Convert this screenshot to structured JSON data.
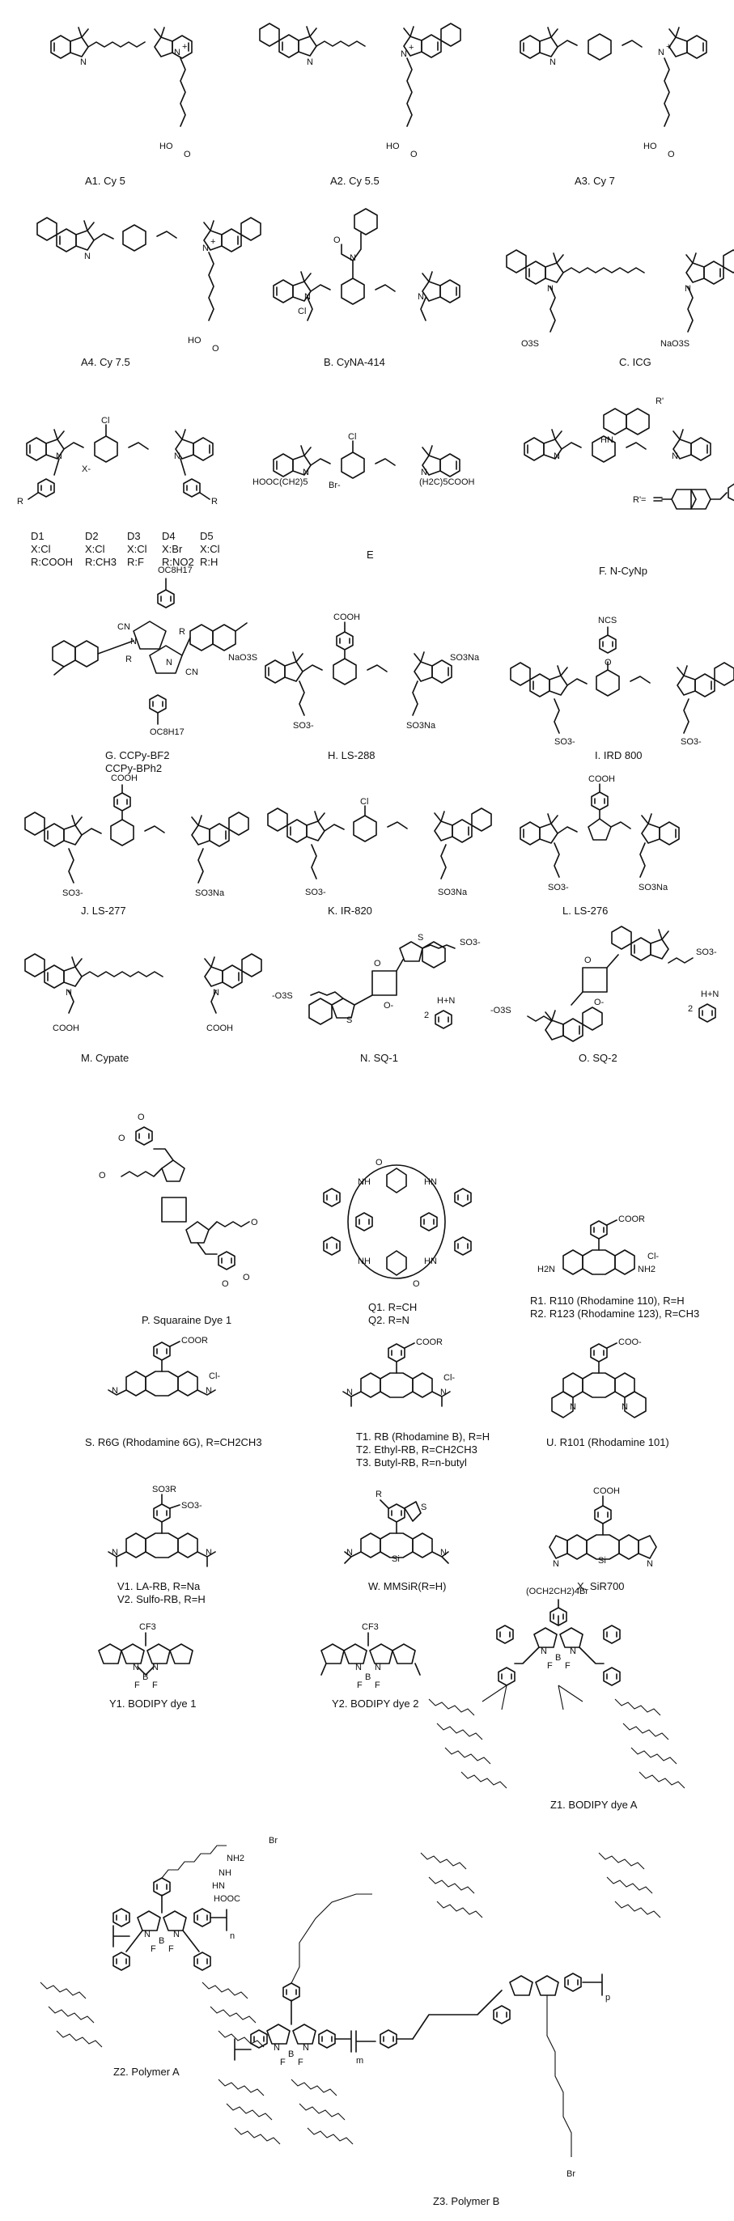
{
  "rows": [
    {
      "items": [
        {
          "id": "A1",
          "caption": "A1. Cy 5",
          "atoms": [
            "N",
            "N",
            "+",
            "HO",
            "O"
          ]
        },
        {
          "id": "A2",
          "caption": "A2. Cy 5.5",
          "atoms": [
            "N",
            "N",
            "+",
            "HO",
            "O"
          ]
        },
        {
          "id": "A3",
          "caption": "A3. Cy 7",
          "atoms": [
            "N",
            "N",
            "+",
            "HO",
            "O"
          ]
        }
      ]
    },
    {
      "items": [
        {
          "id": "A4",
          "caption": "A4. Cy 7.5",
          "atoms": [
            "N",
            "N",
            "+",
            "HO",
            "O"
          ]
        },
        {
          "id": "B",
          "caption": "B. CyNA-414",
          "atoms": [
            "N",
            "N",
            "N",
            "Cl",
            "O"
          ]
        },
        {
          "id": "C",
          "caption": "C. ICG",
          "atoms": [
            "N",
            "N",
            "O3S",
            "NaO3S"
          ]
        }
      ]
    },
    {
      "items": [
        {
          "id": "D",
          "caption": "",
          "atoms": [
            "Cl",
            "N",
            "N",
            "X-",
            "R",
            "R"
          ],
          "variants": [
            {
              "code": "D1",
              "x": "X:Cl",
              "r": "R:COOH"
            },
            {
              "code": "D2",
              "x": "X:Cl",
              "r": "R:CH3"
            },
            {
              "code": "D3",
              "x": "X:Cl",
              "r": "R:F"
            },
            {
              "code": "D4",
              "x": "X:Br",
              "r": "R:NO2"
            },
            {
              "code": "D5",
              "x": "X:Cl",
              "r": "R:H"
            }
          ]
        },
        {
          "id": "E",
          "caption": "E",
          "atoms": [
            "Cl",
            "Br-",
            "HOOC(CH2)5",
            "(H2C)5COOH",
            "N",
            "N"
          ]
        },
        {
          "id": "F",
          "caption": "F. N-CyNp",
          "atoms": [
            "HN",
            "R'",
            "N",
            "N",
            "R'="
          ]
        }
      ]
    },
    {
      "items": [
        {
          "id": "G",
          "caption": "G. CCPy-BF2",
          "caption2": "CCPy-BPh2",
          "atoms": [
            "OC8H17",
            "OC8H17",
            "CN",
            "CN",
            "R",
            "R",
            "N",
            "N"
          ]
        },
        {
          "id": "H",
          "caption": "H. LS-288",
          "atoms": [
            "COOH",
            "NaO3S",
            "SO3Na",
            "SO3-",
            "SO3Na"
          ]
        },
        {
          "id": "I",
          "caption": "I. IRD 800",
          "atoms": [
            "NCS",
            "O",
            "SO3-",
            "SO3-"
          ]
        }
      ]
    },
    {
      "items": [
        {
          "id": "J",
          "caption": "J. LS-277",
          "atoms": [
            "COOH",
            "SO3-",
            "SO3Na"
          ]
        },
        {
          "id": "K",
          "caption": "K. IR-820",
          "atoms": [
            "Cl",
            "SO3-",
            "SO3Na"
          ]
        },
        {
          "id": "L",
          "caption": "L. LS-276",
          "atoms": [
            "COOH",
            "SO3-",
            "SO3Na"
          ]
        }
      ]
    },
    {
      "items": [
        {
          "id": "M",
          "caption": "M. Cypate",
          "atoms": [
            "COOH",
            "COOH",
            "N",
            "N"
          ]
        },
        {
          "id": "N",
          "caption": "N. SQ-1",
          "atoms": [
            "O",
            "O-",
            "S",
            "S",
            "-O3S",
            "SO3-",
            "2",
            "H+N"
          ]
        },
        {
          "id": "O",
          "caption": "O. SQ-2",
          "atoms": [
            "O",
            "O-",
            "-O3S",
            "SO3-",
            "2",
            "H+N"
          ]
        }
      ]
    },
    {
      "items": [
        {
          "id": "P",
          "caption": "P. Squaraine Dye 1",
          "atoms": [
            "O",
            "O",
            "O",
            "O",
            "O",
            "O"
          ]
        },
        {
          "id": "Q",
          "caption": "Q1. R=CH",
          "caption2": "Q2. R=N",
          "atoms": [
            "NH",
            "NH",
            "HN",
            "HN",
            "O",
            "O"
          ]
        },
        {
          "id": "R",
          "caption": "R1. R110 (Rhodamine 110), R=H",
          "caption2": "R2. R123 (Rhodamine 123), R=CH3",
          "atoms": [
            "COOR",
            "H2N",
            "NH2",
            "Cl-"
          ]
        }
      ]
    },
    {
      "items": [
        {
          "id": "S",
          "caption": "S. R6G (Rhodamine 6G), R=CH2CH3",
          "atoms": [
            "COOR",
            "N",
            "N",
            "Cl-"
          ]
        },
        {
          "id": "T",
          "caption": "T1. RB (Rhodamine B), R=H",
          "caption2": "T2. Ethyl-RB, R=CH2CH3",
          "caption3": "T3. Butyl-RB, R=n-butyl",
          "atoms": [
            "COOR",
            "N",
            "N",
            "Cl-"
          ]
        },
        {
          "id": "U",
          "caption": "U. R101 (Rhodamine 101)",
          "atoms": [
            "COO-",
            "N",
            "N"
          ]
        }
      ]
    },
    {
      "items": [
        {
          "id": "V",
          "caption": "V1. LA-RB, R=Na",
          "caption2": "V2. Sulfo-RB, R=H",
          "atoms": [
            "SO3R",
            "SO3-",
            "N",
            "N"
          ]
        },
        {
          "id": "W",
          "caption": "W. MMSiR(R=H)",
          "atoms": [
            "R",
            "S",
            "Si",
            "N",
            "N"
          ]
        },
        {
          "id": "X",
          "caption": "X. SiR700",
          "atoms": [
            "COOH",
            "Si",
            "N",
            "N"
          ]
        }
      ]
    },
    {
      "items": [
        {
          "id": "Y1",
          "caption": "Y1. BODIPY dye 1",
          "atoms": [
            "CF3",
            "N",
            "N",
            "B",
            "F",
            "F"
          ]
        },
        {
          "id": "Y2",
          "caption": "Y2. BODIPY dye 2",
          "atoms": [
            "CF3",
            "N",
            "N",
            "B",
            "F",
            "F"
          ]
        },
        {
          "id": "Z1",
          "caption": "Z1. BODIPY dye A",
          "atoms": [
            "(OCH2CH2)4Br",
            "N",
            "N",
            "B",
            "F",
            "F"
          ]
        }
      ]
    },
    {
      "items": [
        {
          "id": "Z2",
          "caption": "Z2. Polymer A",
          "atoms": [
            "Br",
            "N",
            "N",
            "B",
            "F",
            "F",
            "n"
          ]
        },
        {
          "id": "Z3",
          "caption": "Z3. Polymer B",
          "atoms": [
            "NH2",
            "NH",
            "HN",
            "HOOC",
            "N",
            "N",
            "B",
            "F",
            "F",
            "m",
            "p",
            "Br"
          ]
        }
      ]
    }
  ]
}
